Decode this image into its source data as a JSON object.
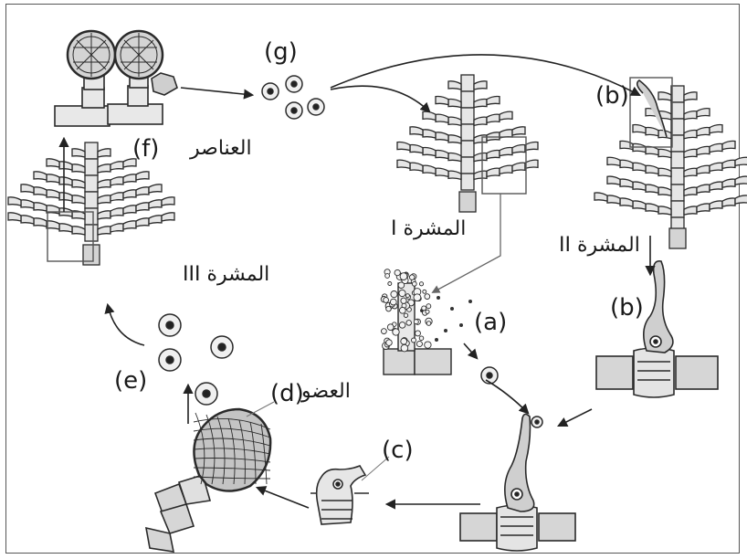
{
  "labels": {
    "a": "(a)",
    "b_top": "(b)",
    "b_mid": "(b)",
    "c": "(c)",
    "d": "(d)",
    "e": "(e)",
    "f": "(f)",
    "g": "(g)",
    "stage1": "المشرة I",
    "stage2": "المشرة II",
    "stage3": "المشرة III",
    "elements": "العناصر",
    "organ": "العضو"
  },
  "colors": {
    "stroke": "#2a2a2a",
    "fill_light": "#e8e8e8",
    "fill_mid": "#cfcfcf",
    "box": "#777777"
  }
}
